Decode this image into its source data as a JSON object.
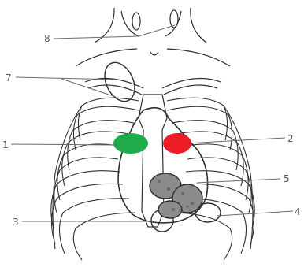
{
  "figure": {
    "colors": {
      "outline": "#2f2f2f",
      "leader": "#6a6a6a",
      "text": "#555555",
      "marker_1": "#1faa4c",
      "marker_2": "#ee1c24",
      "marker_5": "#8b8b8b"
    },
    "callouts": [
      {
        "number": "1"
      },
      {
        "number": "2"
      },
      {
        "number": "3"
      },
      {
        "number": "4"
      },
      {
        "number": "5"
      },
      {
        "number": "7"
      },
      {
        "number": "8"
      }
    ]
  }
}
